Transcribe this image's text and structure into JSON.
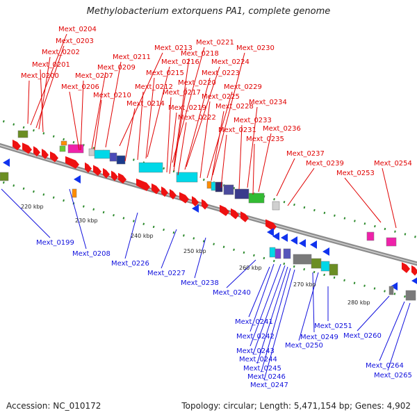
{
  "title": "Methylobacterium extorquens PA1, complete genome",
  "footer": {
    "accession": "Accession: NC_010172",
    "summary": "Topology: circular; Length: 5,471,154 bp; Genes: 4,902"
  },
  "scale_labels": [
    "220 kbp",
    "230 kbp",
    "240 kbp",
    "250 kbp",
    "260 kbp",
    "270 kbp",
    "280 kbp"
  ],
  "forward_gene_labels": [
    "Mext_0204",
    "Mext_0203",
    "Mext_0202",
    "Mext_0201",
    "Mext_0200",
    "Mext_0213",
    "Mext_0211",
    "Mext_0209",
    "Mext_0207",
    "Mext_0206",
    "Mext_0216",
    "Mext_0215",
    "Mext_0212",
    "Mext_0210",
    "Mext_0214",
    "Mext_0221",
    "Mext_0218",
    "Mext_0224",
    "Mext_0223",
    "Mext_0220",
    "Mext_0217",
    "Mext_0219",
    "Mext_0222",
    "Mext_0230",
    "Mext_0229",
    "Mext_0225",
    "Mext_0228",
    "Mext_0234",
    "Mext_0233",
    "Mext_0231",
    "Mext_0236",
    "Mext_0235",
    "Mext_0237",
    "Mext_0239",
    "Mext_0253",
    "Mext_0254"
  ],
  "reverse_gene_labels": [
    "Mext_0199",
    "Mext_0208",
    "Mext_0226",
    "Mext_0227",
    "Mext_0238",
    "Mext_0240",
    "Mext_0241",
    "Mext_0242",
    "Mext_0243",
    "Mext_0244",
    "Mext_0245",
    "Mext_0246",
    "Mext_0247",
    "Mext_0249",
    "Mext_0250",
    "Mext_0251",
    "Mext_0260",
    "Mext_0264",
    "Mext_0265"
  ],
  "colors": {
    "forward_label": "#e00000",
    "reverse_label": "#1010dd",
    "forward_cds": "#ee1111",
    "reverse_cds": "#1133ee",
    "backbone": "#8c8c8c",
    "tick": "#2e8b2e"
  }
}
